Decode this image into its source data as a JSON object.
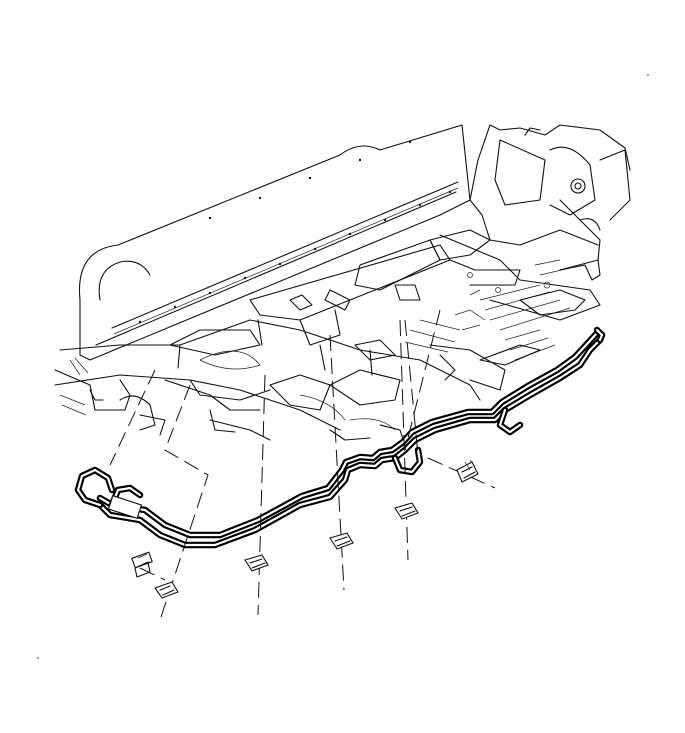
{
  "figure": {
    "subject": "underbody-fuel-and-brake-line-routing",
    "colors": {
      "line": "#111111",
      "background": "#ffffff"
    },
    "clips": [
      "clip-1",
      "clip-2",
      "clip-3",
      "clip-4",
      "clip-5",
      "clip-6"
    ]
  }
}
